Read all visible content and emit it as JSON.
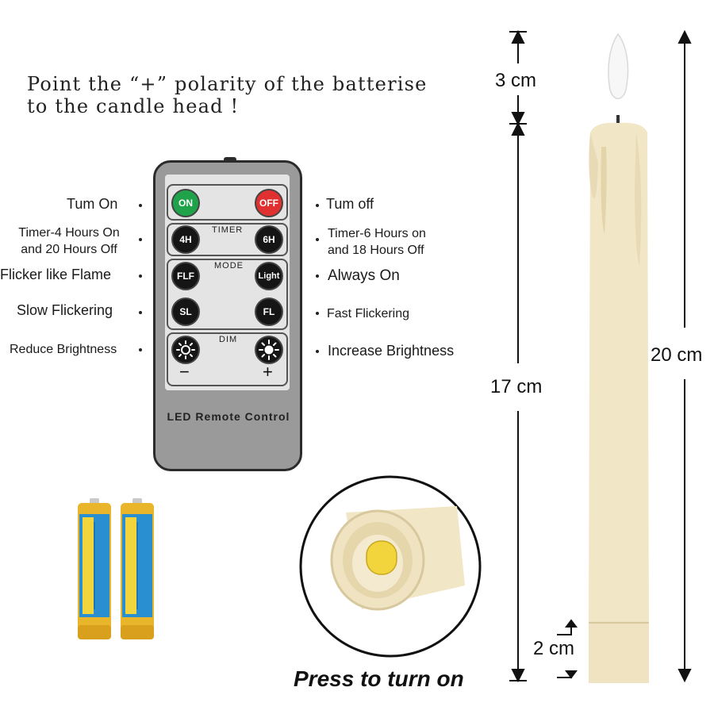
{
  "headline": {
    "line1": "Point the “+” polarity of the batterise",
    "line2": "to the candle head !"
  },
  "remote": {
    "label": "LED Remote Control",
    "groups": {
      "timer": "TIMER",
      "mode": "MODE",
      "dim": "DIM"
    },
    "buttons": {
      "on": "ON",
      "off": "OFF",
      "timer4": "4H",
      "timer6": "6H",
      "flf": "FLF",
      "light": "Light",
      "sl": "SL",
      "fl": "FL"
    },
    "dim_minus": "−",
    "dim_plus": "+"
  },
  "labels": {
    "turn_on": "Tum On",
    "turn_off": "Tum off",
    "timer4_line1": "Timer-4 Hours On",
    "timer4_line2": "and 20 Hours Off",
    "timer6_line1": "Timer-6 Hours on",
    "timer6_line2": "and 18 Hours Off",
    "flicker_flame": "Flicker like Flame",
    "always_on": "Always On",
    "slow_flicker": "Slow Flickering",
    "fast_flicker": "Fast Flickering",
    "reduce_brightness": "Reduce Brightness",
    "increase_brightness": "Increase Brightness"
  },
  "dimensions": {
    "flame": "3 cm",
    "body": "17 cm",
    "total": "20 cm",
    "base": "2 cm"
  },
  "press_caption": "Press to turn on",
  "colors": {
    "candle": "#f1e6c6",
    "candle_shadow": "#e0d2a8",
    "on_button": "#1fa24a",
    "off_button": "#e03030",
    "battery_gold": "#e9b52a",
    "battery_blue": "#2a8fd0",
    "switch_yellow": "#f2d53c"
  }
}
